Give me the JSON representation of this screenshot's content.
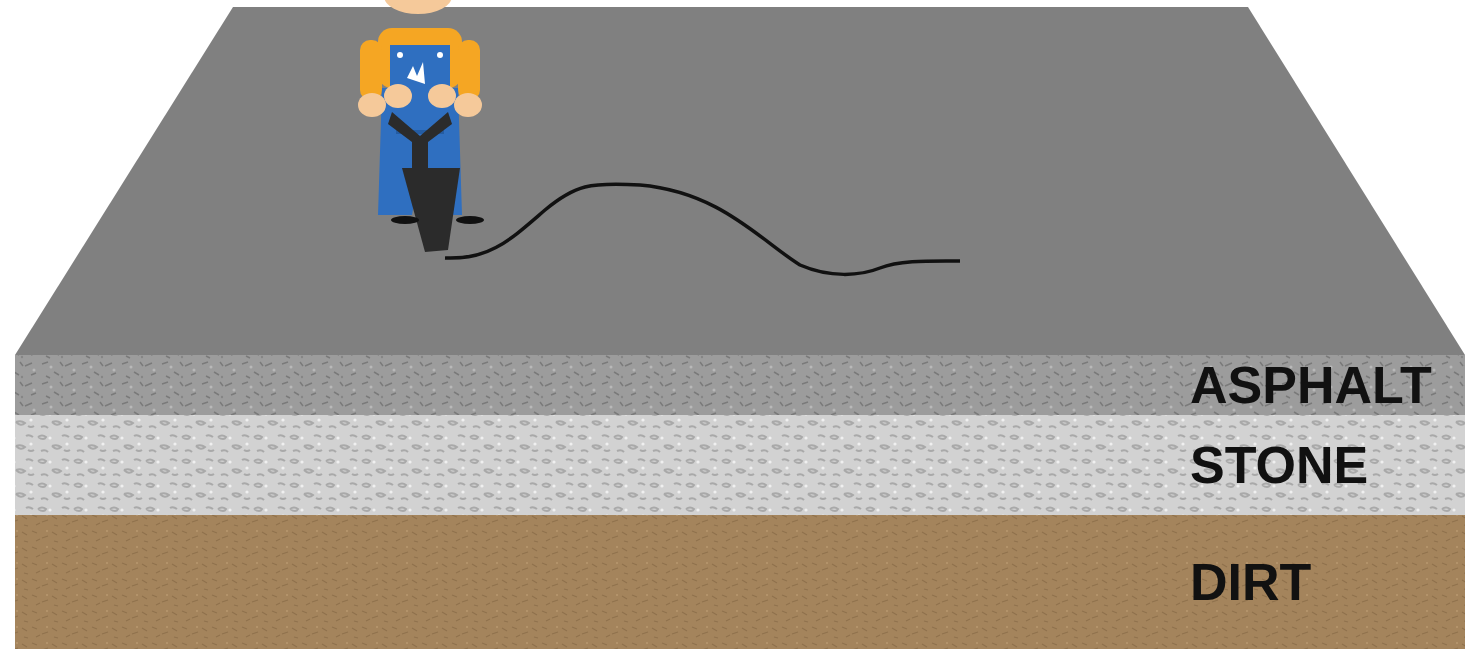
{
  "diagram": {
    "nodes": [
      {
        "text": [
          "ASPHALT"
        ]
      },
      {
        "text": [
          "STONE"
        ]
      },
      {
        "text": [
          "DIRT"
        ]
      }
    ]
  }
}
